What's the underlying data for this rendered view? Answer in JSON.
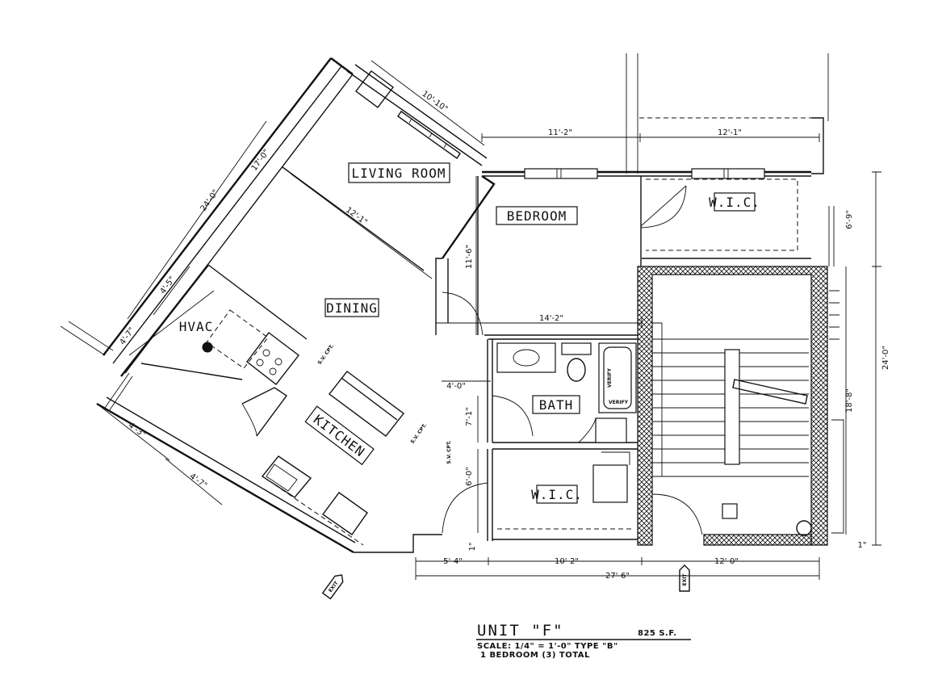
{
  "rooms": {
    "living_room": "LIVING ROOM",
    "bedroom": "BEDROOM",
    "dining": "DINING",
    "hvac": "HVAC",
    "kitchen": "KITCHEN",
    "bath": "BATH",
    "wic_bath": "W.I.C.",
    "wic_bedroom": "W.I.C."
  },
  "dimensions": {
    "living_width": "10'-10\"",
    "bedroom_top": "11'-2\"",
    "wic_top": "12'-1\"",
    "outer_diag": "24'-0\"",
    "diag_17": "17'-0\"",
    "living_depth": "12'-1\"",
    "bedroom_depth": "11'-6\"",
    "right_top": "6'-9\"",
    "right_total": "24'-0\"",
    "right_mid": "18'-8\"",
    "right_bottom": "1\"",
    "diag_4_5": "4'-5\"",
    "diag_4_7_top": "4'-7\"",
    "width_14_2": "14'-2\"",
    "bath_4_0": "4'-0\"",
    "bath_7_1": "7'-1\"",
    "wic_6_0": "6'-0\"",
    "bottom_1": "1\"",
    "kitchen_4_3": "4'-3\"",
    "kitchen_4_7": "4'-7\"",
    "bottom_5_4": "5'-4\"",
    "bottom_10_2": "10'-2\"",
    "bottom_12_0": "12'-0\"",
    "bottom_total": "27'-6\""
  },
  "notes": {
    "verify_1": "VERIFY",
    "verify_2": "VERIFY",
    "sv_cpt": "S.V. CPT.",
    "cpt_1": "S.V. CPT.",
    "cpt_2": "S.V. CPT.",
    "exit_1": "EXIT",
    "exit_2": "EXIT"
  },
  "title_block": {
    "unit": "UNIT \"F\"",
    "area": "825 S.F.",
    "scale": "SCALE: 1/4\" = 1'-0\"  TYPE \"B\"",
    "bedrooms": "1 BEDROOM (3) TOTAL"
  }
}
